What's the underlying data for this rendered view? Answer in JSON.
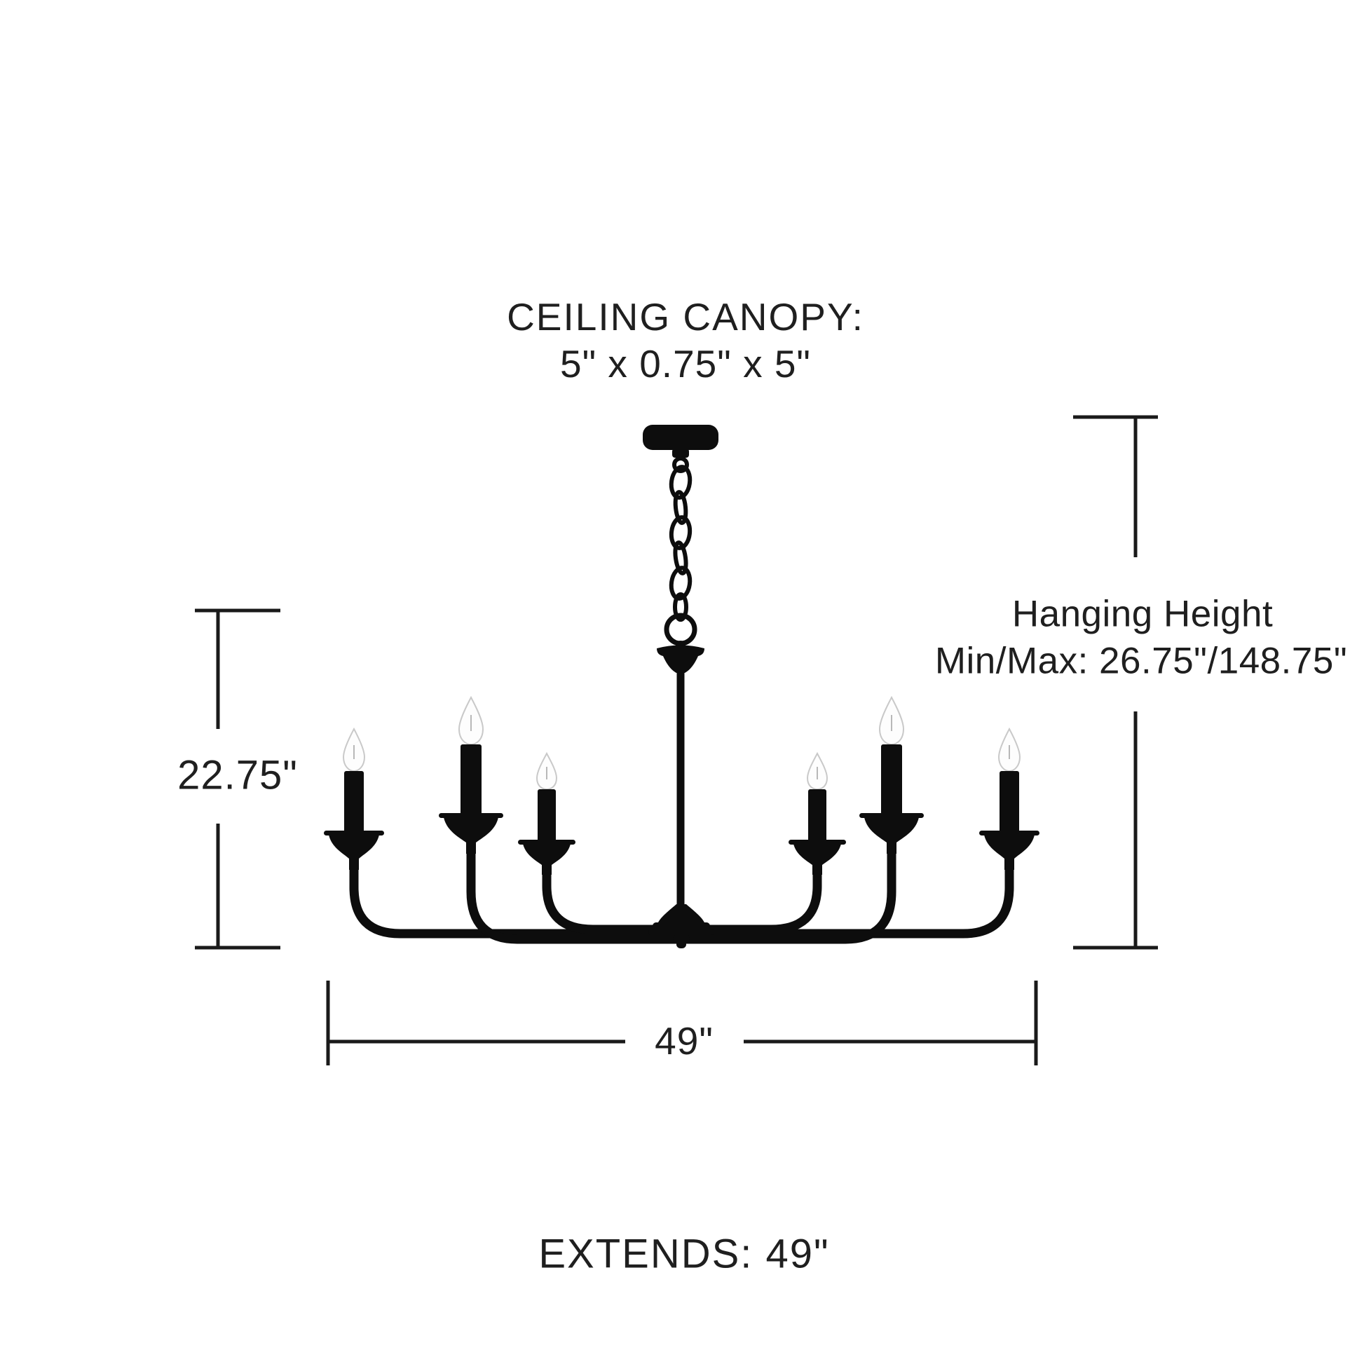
{
  "page": {
    "background_color": "#ffffff",
    "text_color": "#1f1f1f",
    "line_color": "#1a1a1a",
    "fixture_color": "#0d0d0d"
  },
  "labels": {
    "ceiling_canopy_line1": "CEILING CANOPY:",
    "ceiling_canopy_line2": "5\" x 0.75\" x 5\"",
    "hanging_height_line1": "Hanging Height",
    "hanging_height_line2": "Min/Max: 26.75\"/148.75\"",
    "fixture_height": "22.75\"",
    "fixture_width": "49\"",
    "extends": "EXTENDS: 49\""
  },
  "fixture": {
    "type": "chandelier",
    "light_count": 6,
    "finish": "matte black",
    "suspension": "chain"
  }
}
